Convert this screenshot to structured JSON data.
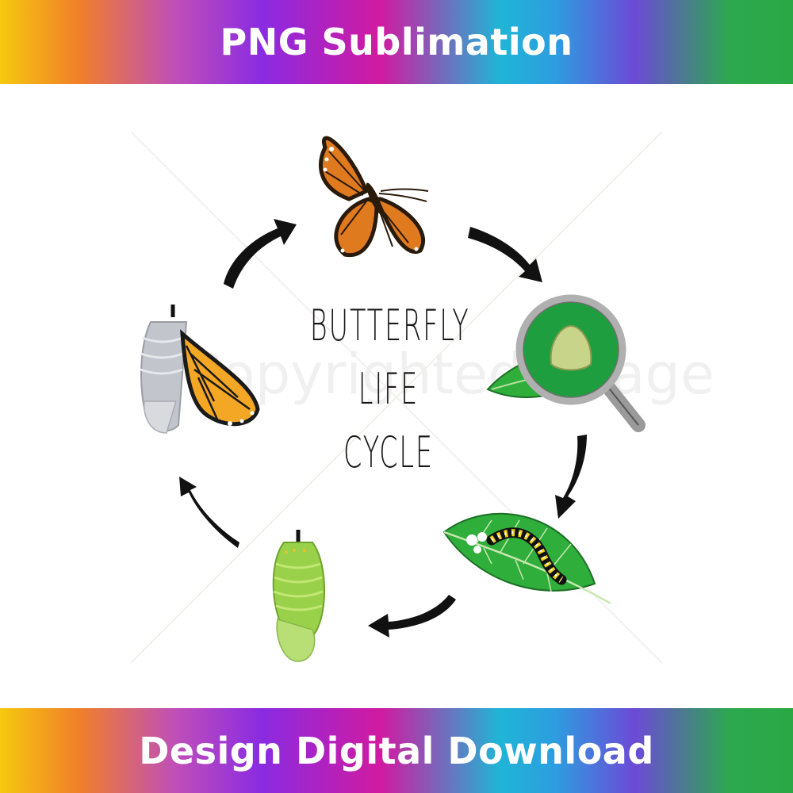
{
  "banner_top": {
    "text": "PNG Sublimation"
  },
  "banner_bottom": {
    "text": "Design Digital Download"
  },
  "diagram": {
    "title_lines": [
      "BUTTERFLY",
      "LIFE",
      "CYCLE"
    ],
    "watermark": "Copyrighted Image",
    "stages": [
      {
        "name": "butterfly",
        "icon": "butterfly-icon"
      },
      {
        "name": "egg",
        "icon": "magnified-egg-icon"
      },
      {
        "name": "caterpillar",
        "icon": "caterpillar-leaf-icon"
      },
      {
        "name": "chrysalis",
        "icon": "green-chrysalis-icon"
      },
      {
        "name": "emerging",
        "icon": "emerging-butterfly-icon"
      }
    ],
    "colors": {
      "butterfly_orange": "#e07a1f",
      "leaf_green": "#2fae3c",
      "chrysalis_green": "#9ad14a",
      "arrow": "#111111"
    }
  }
}
